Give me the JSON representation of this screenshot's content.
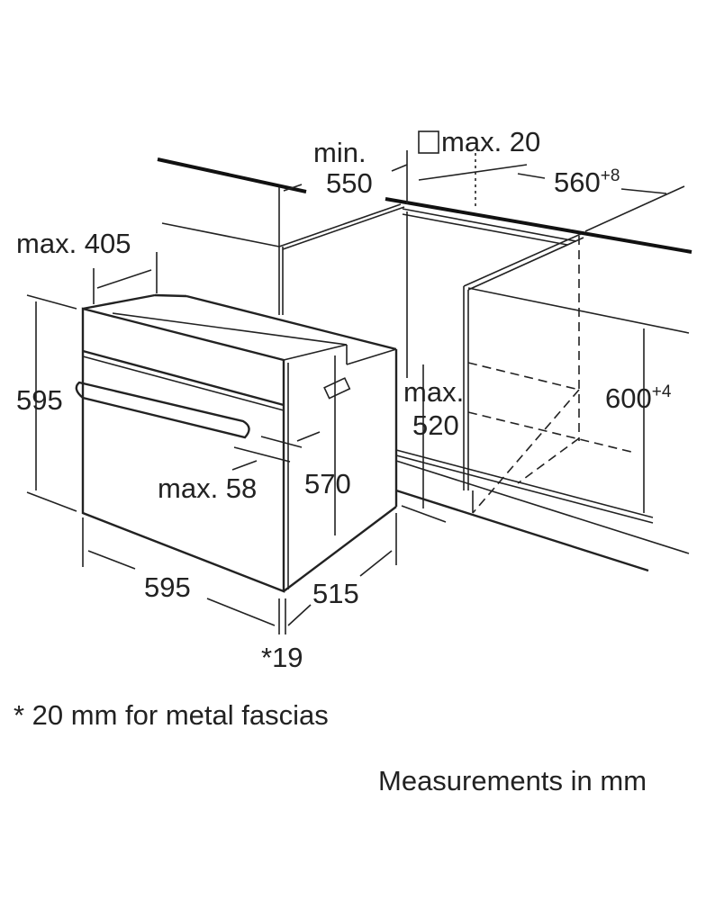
{
  "diagram": {
    "title": "Oven built-in installation dimensions",
    "labels": {
      "min": "min.",
      "depth_550": "550",
      "max_20": "max. 20",
      "width_560": "560",
      "width_560_tol": "+8",
      "max_405": "max. 405",
      "height_595": "595",
      "max_520_a": "max.",
      "max_520_b": "520",
      "height_600": "600",
      "height_600_tol": "+4",
      "max_58": "max. 58",
      "depth_570": "570",
      "width_595": "595",
      "depth_515": "515",
      "fascia_19": "*19"
    },
    "footnote": "* 20 mm for metal fascias",
    "units_note": "Measurements in mm"
  }
}
